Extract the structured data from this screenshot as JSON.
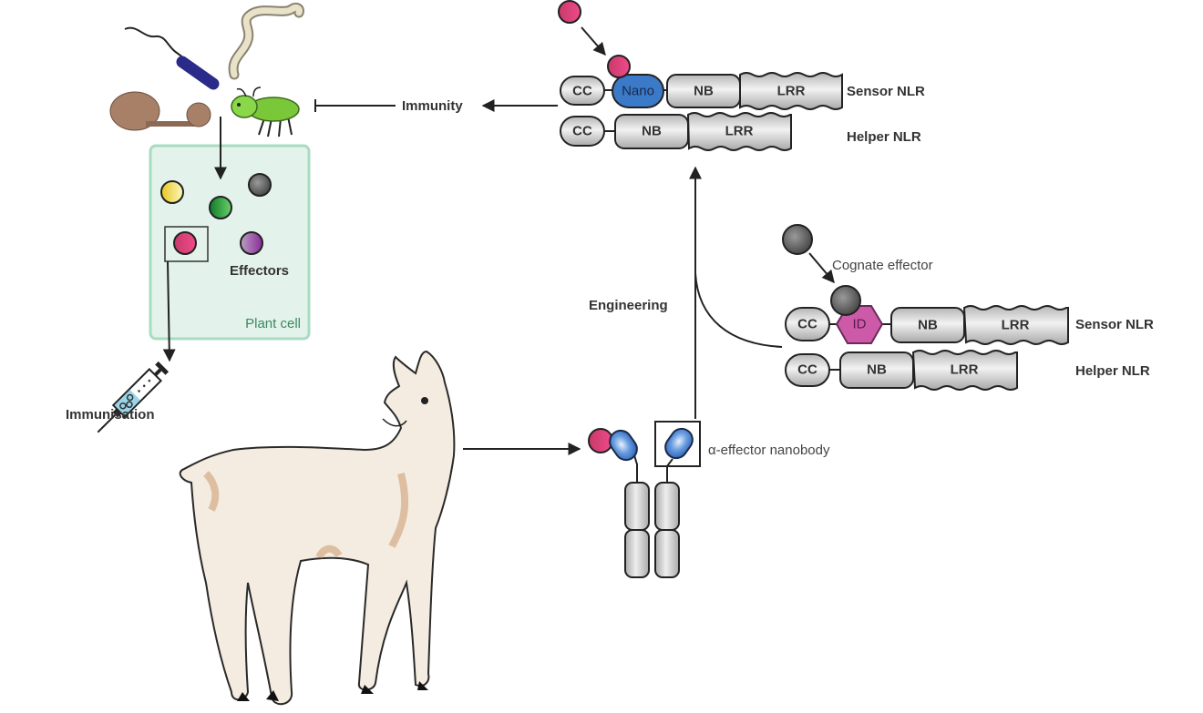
{
  "figure": {
    "pathogens": [
      "bacterium",
      "nematode",
      "fungus",
      "insect"
    ],
    "plant_cell": {
      "label": "Plant cell",
      "fill": "#e3f2ea",
      "border": "#a8dcc0",
      "label_color": "#3a8a60",
      "effectors_label": "Effectors",
      "effectors": [
        {
          "name": "yellow-effector",
          "color": "#f2e23a"
        },
        {
          "name": "green-effector",
          "color": "#1f9a3a"
        },
        {
          "name": "gray-effector",
          "color": "#6a6a6a"
        },
        {
          "name": "pink-effector",
          "color": "#e03a7a",
          "highlighted": true
        },
        {
          "name": "purple-effector",
          "color": "#9a4aa0"
        }
      ]
    },
    "immunisation_label": "Immunisation",
    "immunity_label": "Immunity",
    "engineering_label": "Engineering",
    "nanobody_label": "α-effector nanobody",
    "cognate_effector_label": "Cognate effector",
    "engineered_nlr": {
      "sensor": {
        "label": "Sensor NLR",
        "domains": [
          "CC",
          "Nano",
          "NB",
          "LRR"
        ]
      },
      "helper": {
        "label": "Helper NLR",
        "domains": [
          "CC",
          "NB",
          "LRR"
        ]
      }
    },
    "natural_nlr": {
      "sensor": {
        "label": "Sensor NLR",
        "domains": [
          "CC",
          "ID",
          "NB",
          "LRR"
        ]
      },
      "helper": {
        "label": "Helper NLR",
        "domains": [
          "CC",
          "NB",
          "LRR"
        ]
      }
    },
    "colors": {
      "nano": "#3a7ac8",
      "id": "#cc5aa8",
      "effector_pink": "#e03a7a",
      "effector_gray": "#5a5a5a",
      "domain_gray": "#cfcfcf"
    }
  }
}
